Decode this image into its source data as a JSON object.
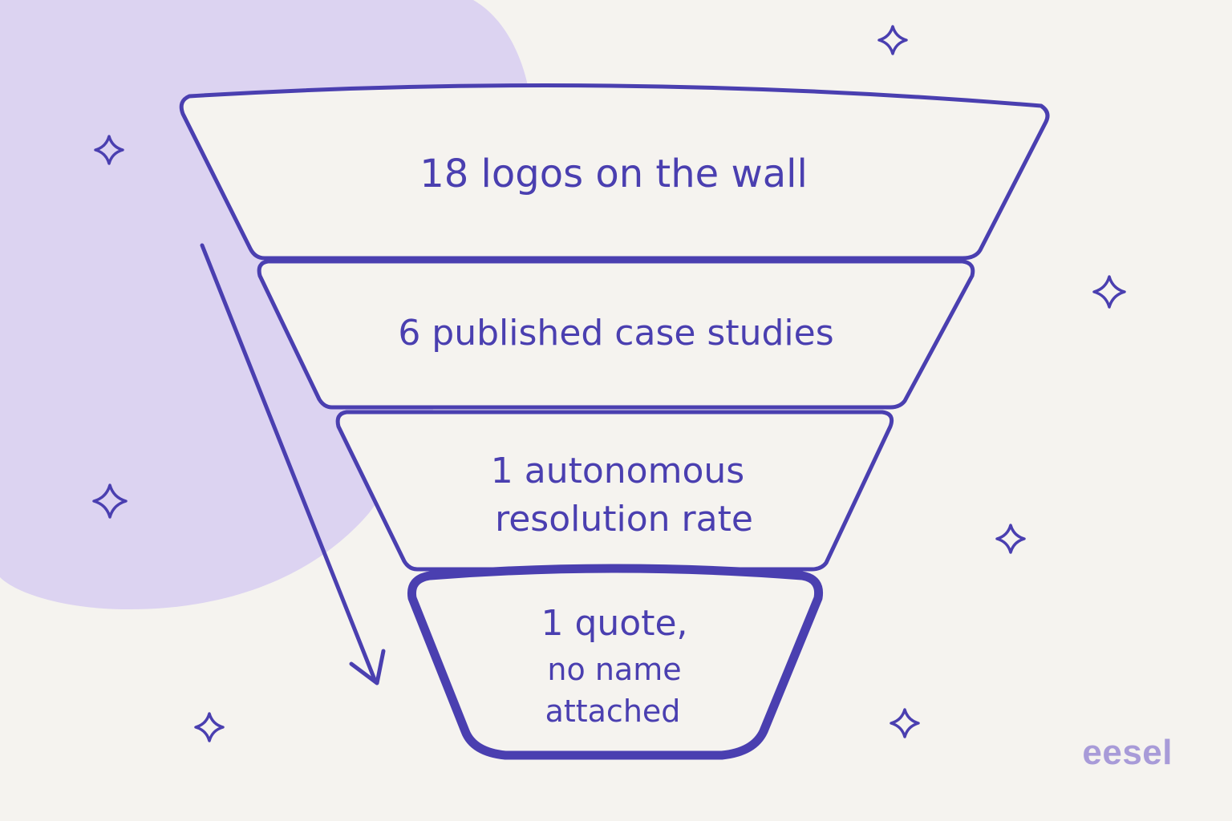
{
  "colors": {
    "background": "#f5f3ef",
    "blob": "#dcd3f1",
    "ink": "#4a3fb0",
    "brand": "#a89bd8"
  },
  "funnel": {
    "tiers": [
      {
        "lines": [
          "18 logos on the wall"
        ]
      },
      {
        "lines": [
          "6 published case studies"
        ]
      },
      {
        "lines": [
          "1 autonomous",
          "resolution rate"
        ]
      },
      {
        "lines": [
          "1 quote,",
          "no name",
          "attached"
        ]
      }
    ]
  },
  "decorations": {
    "sparkle_icon": "four-point-star",
    "arrow_icon": "down-arrow"
  },
  "brand": {
    "label": "eesel"
  }
}
